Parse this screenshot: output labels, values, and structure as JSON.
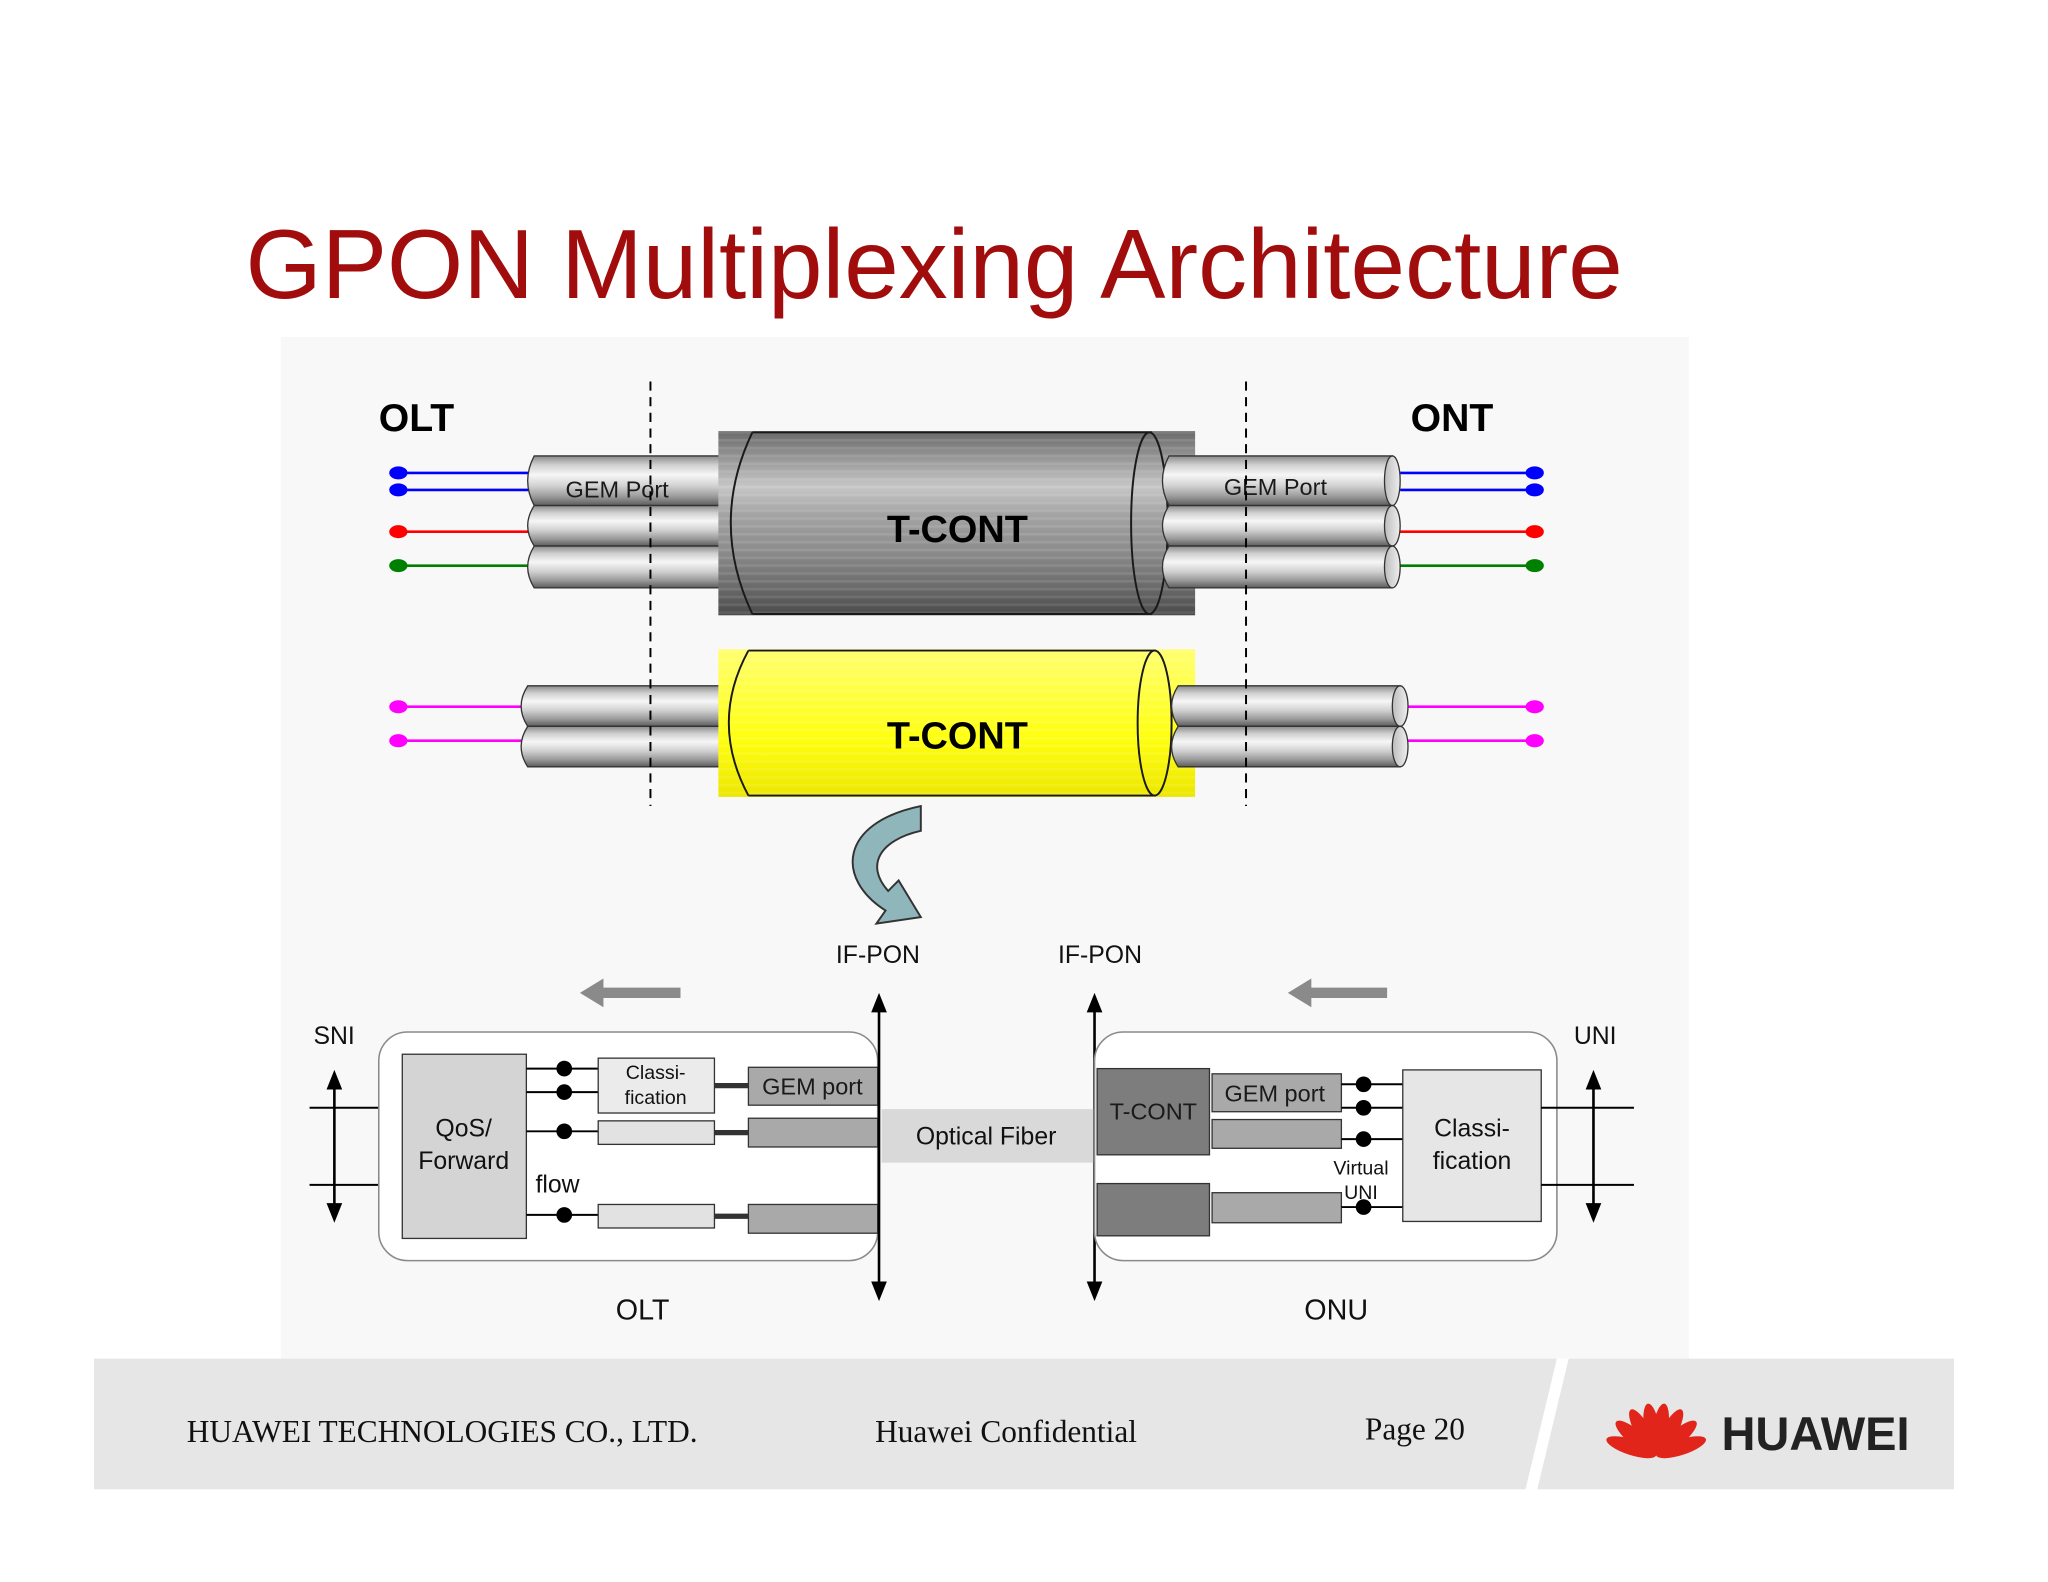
{
  "title": "GPON Multiplexing Architecture",
  "top_diagram": {
    "olt_label": "OLT",
    "ont_label": "ONT",
    "tcont_upper_label": "T-CONT",
    "tcont_lower_label": "T-CONT",
    "gem_port_left_label": "GEM Port",
    "gem_port_right_label": "GEM Port"
  },
  "bottom_diagram": {
    "if_pon_left": "IF-PON",
    "if_pon_right": "IF-PON",
    "sni_label": "SNI",
    "uni_label": "UNI",
    "optical_fiber_label": "Optical Fiber",
    "olt": {
      "label": "OLT",
      "qos_forward": [
        "QoS/",
        "Forward"
      ],
      "classification": [
        "Classi-",
        "fication"
      ],
      "flow_label": "flow",
      "gem_port_label": "GEM port"
    },
    "onu": {
      "label": "ONU",
      "tcont_label": "T-CONT",
      "gem_port_label": "GEM port",
      "virtual_uni": [
        "Virtual",
        "UNI"
      ],
      "classification": [
        "Classi-",
        "fication"
      ]
    }
  },
  "footer": {
    "company": "HUAWEI TECHNOLOGIES CO., LTD.",
    "confidentiality": "Huawei Confidential",
    "page": "Page 20",
    "logo_text": "HUAWEI"
  },
  "colors": {
    "title": "#a10d0d",
    "fiber_blue": "#0000ff",
    "fiber_red": "#ff0000",
    "fiber_green": "#008000",
    "fiber_magenta": "#ff00ff",
    "curved_arrow": "#8fb6bb",
    "direction_arrow": "#8a8a8a",
    "footer_band": "#e6e6e6",
    "logo_red": "#e1251b"
  }
}
